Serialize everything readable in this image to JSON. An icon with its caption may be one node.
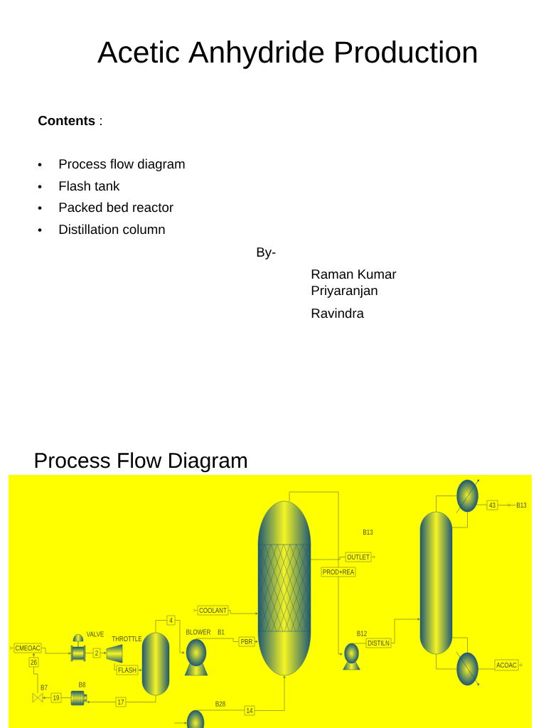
{
  "diagram": {
    "title": "Acetic Anhydride Production",
    "nodes": [
      {
        "text": [
          "CMEOAC"
        ]
      },
      {
        "text": [
          "26"
        ]
      },
      {
        "text": [],
        "shape": "picture",
        "beside": [
          "VALVE"
        ]
      },
      {
        "text": [
          "2"
        ]
      },
      {
        "text": [],
        "shape": "picture",
        "beside": [
          "THROTTLE"
        ]
      },
      {
        "text": [
          "FLASH"
        ]
      },
      {
        "text": [],
        "shape": "cylinder"
      },
      {
        "text": [
          "4"
        ]
      },
      {
        "text": [
          "BLOWER"
        ]
      },
      {
        "text": [
          "PBR"
        ]
      },
      {
        "text": [
          "COOLANT"
        ]
      },
      {
        "text": [],
        "shape": "cylinder"
      },
      {
        "text": [
          "OUTLET"
        ]
      },
      {
        "text": [
          "PROD+REA"
        ]
      },
      {
        "text": [],
        "shape": "picture",
        "beside": [
          "B12"
        ]
      },
      {
        "text": [
          "DISTILN"
        ]
      },
      {
        "text": [],
        "shape": "cylinder"
      },
      {
        "text": [],
        "shape": "picture"
      },
      {
        "text": [
          "43"
        ]
      },
      {
        "text": [],
        "shape": "picture"
      },
      {
        "text": [
          "ACOAC"
        ]
      },
      {
        "text": [
          "17"
        ]
      },
      {
        "text": [],
        "shape": "picture",
        "beside": [
          "B8"
        ]
      },
      {
        "text": [
          "19"
        ]
      },
      {
        "text": [],
        "shape": "picture",
        "beside": [
          "B7"
        ]
      },
      {
        "text": [
          "14"
        ]
      },
      {
        "text": [],
        "shape": "picture"
      },
      {
        "text": [
          "B13"
        ]
      }
    ],
    "edges": [
      {
        "from": 0,
        "to": 2,
        "arrow": "to"
      },
      {
        "from": 2,
        "to": 3,
        "arrow": "none"
      },
      {
        "from": 3,
        "to": 4,
        "arrow": "to"
      },
      {
        "from": 4,
        "to": 5,
        "arrow": "none"
      },
      {
        "from": 5,
        "to": 6,
        "arrow": "to"
      },
      {
        "from": 6,
        "to": 7,
        "arrow": "none"
      },
      {
        "from": 7,
        "to": 8,
        "arrow": "to"
      },
      {
        "from": 8,
        "to": 9,
        "arrow": "none",
        "label": "B1"
      },
      {
        "from": 9,
        "to": 11,
        "arrow": "to"
      },
      {
        "from": 10,
        "to": 11,
        "arrow": "to"
      },
      {
        "from": 11,
        "to": 12,
        "arrow": "none"
      },
      {
        "from": 11,
        "to": 13,
        "arrow": "none"
      },
      {
        "from": 13,
        "to": 14,
        "arrow": "to"
      },
      {
        "from": 14,
        "to": 15,
        "arrow": "none"
      },
      {
        "from": 15,
        "to": 16,
        "arrow": "to"
      },
      {
        "from": 16,
        "to": 17,
        "arrow": "none"
      },
      {
        "from": 17,
        "to": 18,
        "arrow": "none"
      },
      {
        "from": 18,
        "to": 27,
        "arrow": "none"
      },
      {
        "from": 17,
        "to": 16,
        "arrow": "none"
      },
      {
        "from": 16,
        "to": 19,
        "arrow": "none"
      },
      {
        "from": 19,
        "to": 16,
        "arrow": "none"
      },
      {
        "from": 19,
        "to": 20,
        "arrow": "none"
      },
      {
        "from": 6,
        "to": 21,
        "arrow": "none"
      },
      {
        "from": 21,
        "to": 22,
        "arrow": "to"
      },
      {
        "from": 22,
        "to": 23,
        "arrow": "none"
      },
      {
        "from": 23,
        "to": 24,
        "arrow": "to"
      },
      {
        "from": 24,
        "to": 1,
        "arrow": "none"
      },
      {
        "from": 1,
        "to": 0,
        "arrow": "to"
      },
      {
        "from": 26,
        "to": 25,
        "arrow": "none"
      },
      {
        "from": 25,
        "to": 11,
        "arrow": "to"
      },
      {
        "from": null,
        "to": 26,
        "arrow": "to"
      }
    ],
    "labels": [
      "**Contents** :",
      "Process flow diagram",
      "Flash tank",
      "Packed bed reactor",
      "Distillation column",
      "By-",
      "Raman Kumar",
      "Priyaranjan",
      "Ravindra",
      "Process Flow Diagram",
      "B13",
      "B28"
    ]
  }
}
